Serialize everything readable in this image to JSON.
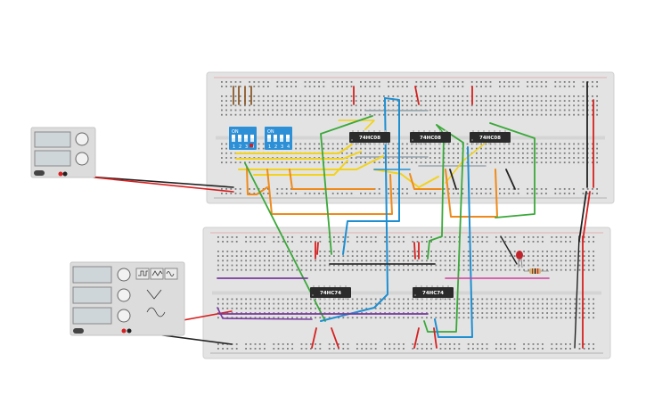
{
  "colors": {
    "breadboard": "#e3e3e3",
    "hole": "#7a7a7a",
    "chip": "#2b2b2b",
    "dip_switch": "#2d8fd6",
    "power_rail_red": "#d62020",
    "power_rail_black": "#1a1a1a",
    "wire_yellow": "#f2d21a",
    "wire_orange": "#ef8a1a",
    "wire_green": "#3aa83a",
    "wire_blue": "#1f8fd1",
    "wire_purple": "#7a3aa0",
    "wire_red": "#d62020",
    "wire_black": "#222222",
    "wire_brown": "#8b5a2b",
    "wire_gray": "#9aa6ae",
    "wire_pink": "#d63aa0",
    "led": "#c0242c"
  },
  "chips": {
    "u1": "74HC08",
    "u2": "74HC08",
    "u3": "74HC08",
    "u4": "74HC74",
    "u5": "74HC74"
  },
  "dip_switches": {
    "sw1": {
      "on_label": "ON",
      "positions": [
        "1",
        "2",
        "3",
        "4"
      ]
    },
    "sw2": {
      "on_label": "ON",
      "positions": [
        "1",
        "2",
        "3",
        "4"
      ]
    }
  },
  "instruments": {
    "power_supply_1": {
      "icon": "power-supply-icon"
    },
    "power_supply_2": {
      "icon": "function-generator-icon",
      "waveforms": [
        "square-wave-icon",
        "triangle-wave-icon",
        "sine-wave-icon"
      ]
    }
  }
}
